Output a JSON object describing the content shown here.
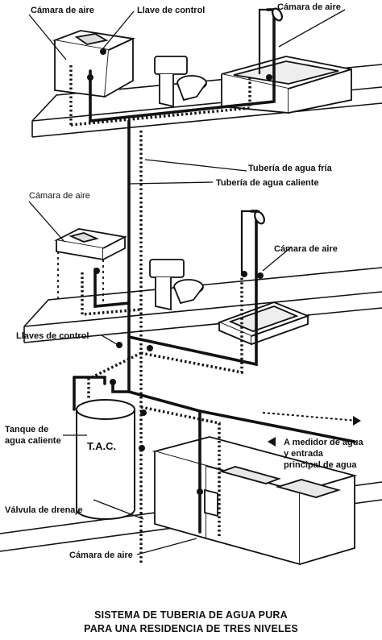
{
  "labels": {
    "camara_top_left": "Cámara de aire",
    "llave_control_top": "Llave de control",
    "camara_top_right": "Cámara de aire",
    "tuberia_fria": "Tubería de agua fría",
    "tuberia_caliente": "Tubería de agua caliente",
    "camara_mid_left": "Cámara de aire",
    "camara_mid_right": "Cámara de aire",
    "llaves_control_mid": "Llaves de control",
    "tanque_line1": "Tanque de",
    "tanque_line2": "agua caliente",
    "tac": "T.A.C.",
    "medidor_line1": "A medidor de agua",
    "medidor_line2": "y entrada",
    "medidor_line3": "principal de agua",
    "valvula_drenaje": "Válvula de drenaje",
    "camara_bottom": "Cámara de aire"
  },
  "caption": {
    "line1": "SISTEMA DE TUBERIA DE AGUA PURA",
    "line2": "PARA UNA RESIDENCIA DE TRES NIVELES"
  }
}
